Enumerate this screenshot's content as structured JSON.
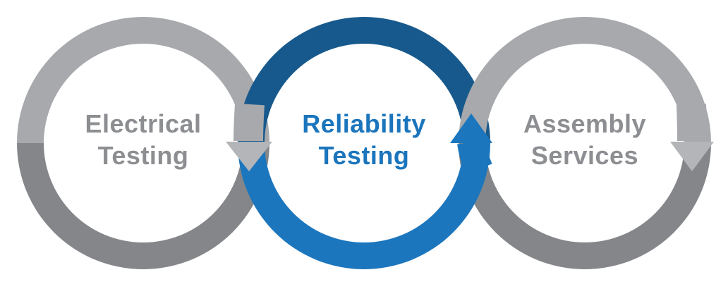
{
  "diagram": {
    "type": "process-cycle-chain",
    "steps": [
      {
        "line1": "Electrical",
        "line2": "Testing",
        "scheme": "gray",
        "arrow_direction": "down"
      },
      {
        "line1": "Reliability",
        "line2": "Testing",
        "scheme": "blue",
        "arrow_direction": "up"
      },
      {
        "line1": "Assembly",
        "line2": "Services",
        "scheme": "gray",
        "arrow_direction": "down"
      }
    ]
  },
  "colors": {
    "background": "#FFFFFF",
    "ring_gray_top": "#A7A9AC",
    "ring_gray_bottom": "#848689",
    "arrowhead_gray": "#B3B5B8",
    "ring_blue_top": "#17598C",
    "ring_blue_bottom": "#1C76BD",
    "arrowhead_blue": "#1C76BD",
    "label_gray": "#8C8E91",
    "label_blue": "#1B75BC"
  }
}
